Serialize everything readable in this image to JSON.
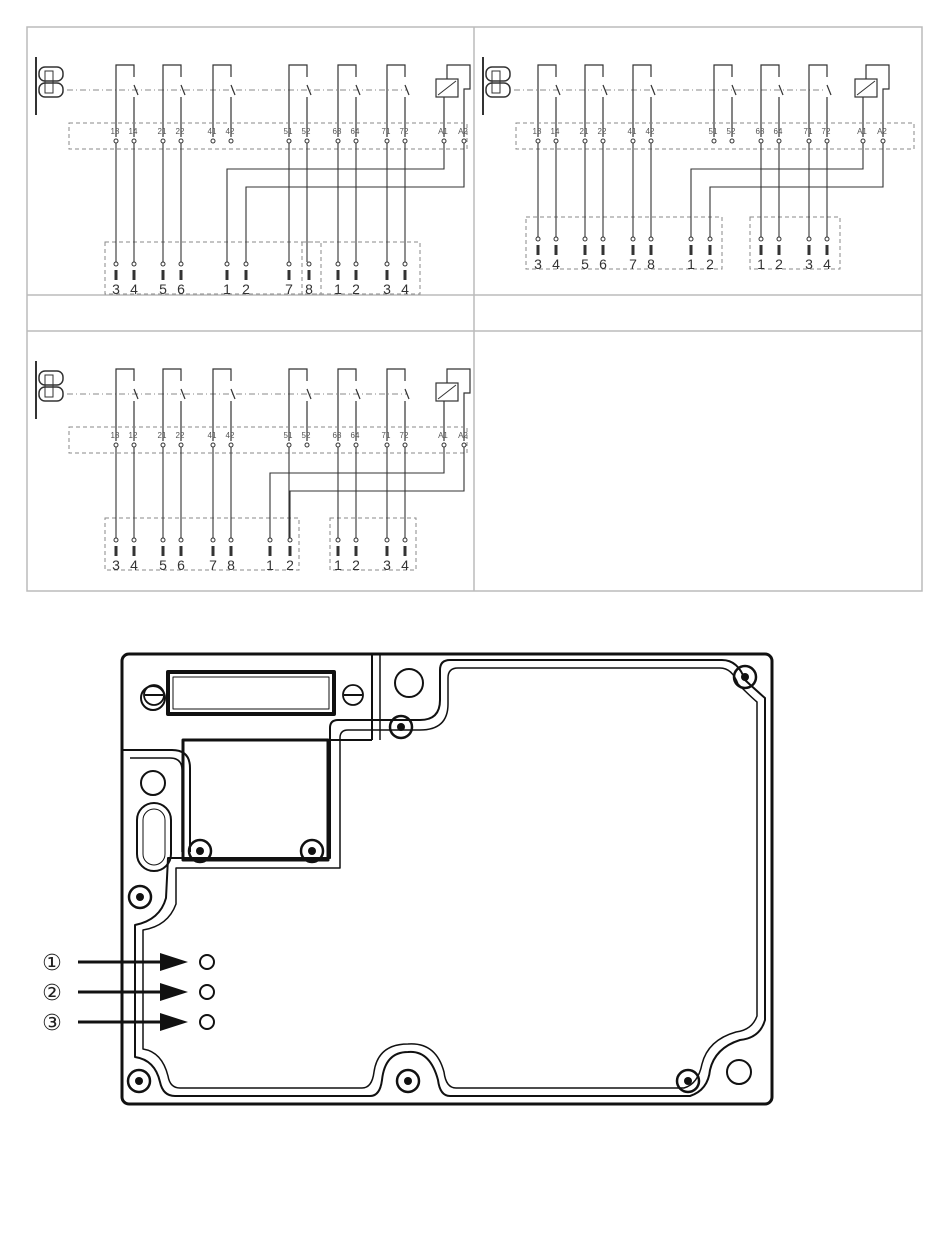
{
  "diagram_data": {
    "wiring": [
      {
        "terminals": [
          "13",
          "14",
          "21",
          "22",
          "41",
          "42",
          "51",
          "52",
          "63",
          "64",
          "71",
          "72",
          "A1",
          "A2"
        ],
        "groups": [
          {
            "pins": [
              "3",
              "4",
              "5",
              "6",
              "1",
              "2",
              "7",
              "8"
            ]
          },
          {
            "pins": [
              "1",
              "2",
              "3",
              "4"
            ]
          }
        ]
      },
      {
        "terminals": [
          "13",
          "14",
          "21",
          "22",
          "41",
          "42",
          "51",
          "52",
          "63",
          "64",
          "71",
          "72",
          "A1",
          "A2"
        ],
        "groups": [
          {
            "pins": [
              "3",
              "4",
              "5",
              "6",
              "7",
              "8",
              "1",
              "2"
            ]
          },
          {
            "pins": [
              "1",
              "2",
              "3",
              "4"
            ]
          }
        ]
      },
      {
        "terminals": [
          "13",
          "12",
          "21",
          "22",
          "41",
          "42",
          "51",
          "52",
          "63",
          "64",
          "71",
          "72",
          "A1",
          "A2"
        ],
        "groups": [
          {
            "pins": [
              "3",
              "4",
              "5",
              "6",
              "7",
              "8",
              "1",
              "2"
            ]
          },
          {
            "pins": [
              "1",
              "2",
              "3",
              "4"
            ]
          }
        ]
      }
    ],
    "housing": {
      "callouts": [
        "①",
        "②",
        "③"
      ]
    }
  },
  "colors": {
    "line": "#333333",
    "dashed": "#888888",
    "border": "#bbbbbb",
    "housing": "#111111"
  }
}
